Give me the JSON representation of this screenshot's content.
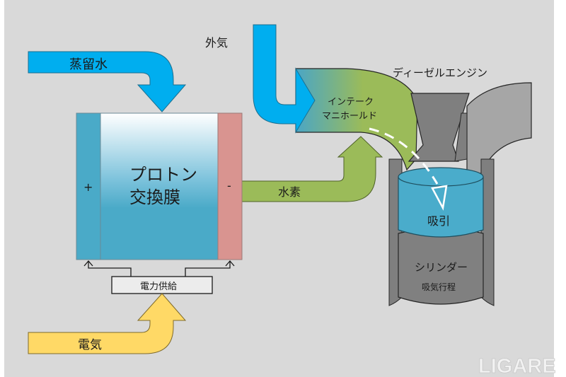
{
  "labels": {
    "distilled_water": "蒸留水",
    "outside_air": "外気",
    "diesel_engine": "ディーゼルエンジン",
    "intake_manifold_line1": "インテーク",
    "intake_manifold_line2": "マニホールド",
    "pem_line1": "プロトン",
    "pem_line2": "交換膜",
    "plus": "+",
    "minus": "-",
    "hydrogen": "水素",
    "power_supply": "電力供給",
    "electricity": "電気",
    "intake": "吸引",
    "cylinder": "シリンダー",
    "intake_stroke": "吸気行程",
    "watermark": "LIGARE"
  },
  "colors": {
    "background": "#d9d9d9",
    "water_blue": "#00aeef",
    "anode": "#4aaac8",
    "cathode": "#d99490",
    "hydrogen_green": "#9bbb59",
    "electric_yellow": "#ffd966",
    "cylinder_blue": "#4aaccb",
    "engine_dark": "#7f7f7f",
    "engine_light": "#a6a6a6"
  }
}
